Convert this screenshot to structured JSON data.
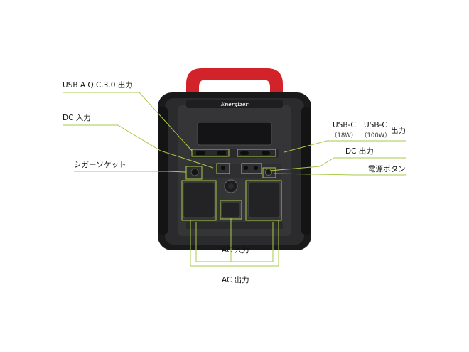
{
  "brand": "Energizer",
  "colors": {
    "leader_line": "#a9c94a",
    "handle": "#d2232a",
    "body": "#2b2b2d",
    "panel": "#3a3a3c",
    "bumper": "#1a1a1a"
  },
  "callouts": {
    "usb_a_qc": "USB A Q.C.3.0 出力",
    "dc_in": "DC 入力",
    "cigar_socket": "シガーソケット",
    "usb_c_18": "USB-C",
    "usb_c_18_watt": "（18W）",
    "usb_c_100": "USB-C",
    "usb_c_100_watt": "（100W）",
    "usb_c_out": "出力",
    "dc_out": "DC 出力",
    "power_button": "電源ボタン",
    "ac_in": "AC 入力",
    "ac_out": "AC 出力"
  }
}
